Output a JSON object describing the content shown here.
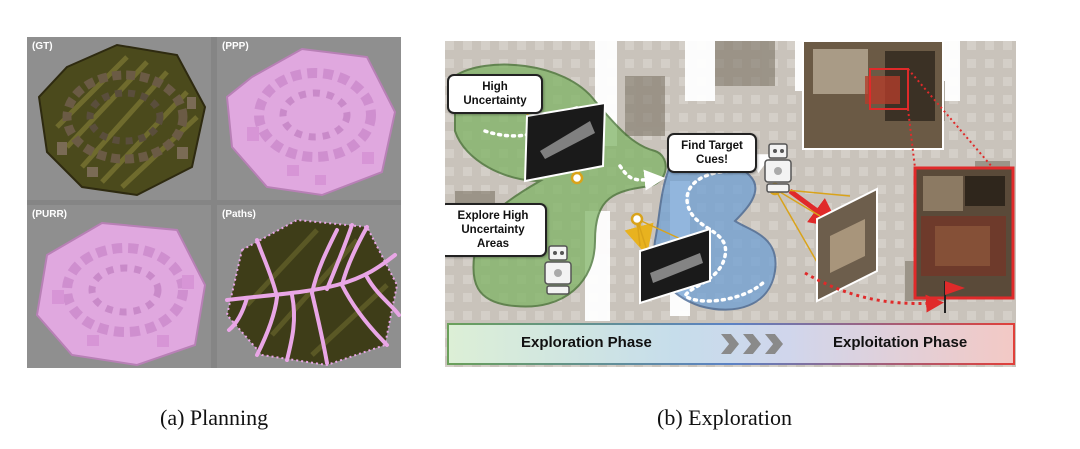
{
  "panel_a": {
    "quadrants": [
      {
        "label": "(GT)"
      },
      {
        "label": "(PPP)"
      },
      {
        "label": "(PURR)"
      },
      {
        "label": "(Paths)"
      }
    ],
    "caption": "(a) Planning"
  },
  "panel_b": {
    "bubbles": {
      "high_uncertainty": "High Uncertainty",
      "explore": "Explore High Uncertainty Areas",
      "find_target": "Find Target Cues!"
    },
    "phase_bar": {
      "exploration": "Exploration Phase",
      "exploitation": "Exploitation Phase"
    },
    "caption": "(b) Exploration"
  },
  "colors": {
    "green_region": "#7fb365",
    "blue_region": "#6f9fd3",
    "path_pink": "#e9a6e6",
    "arrow_red": "#e02a2a",
    "arrow_gold": "#e8b21f"
  }
}
